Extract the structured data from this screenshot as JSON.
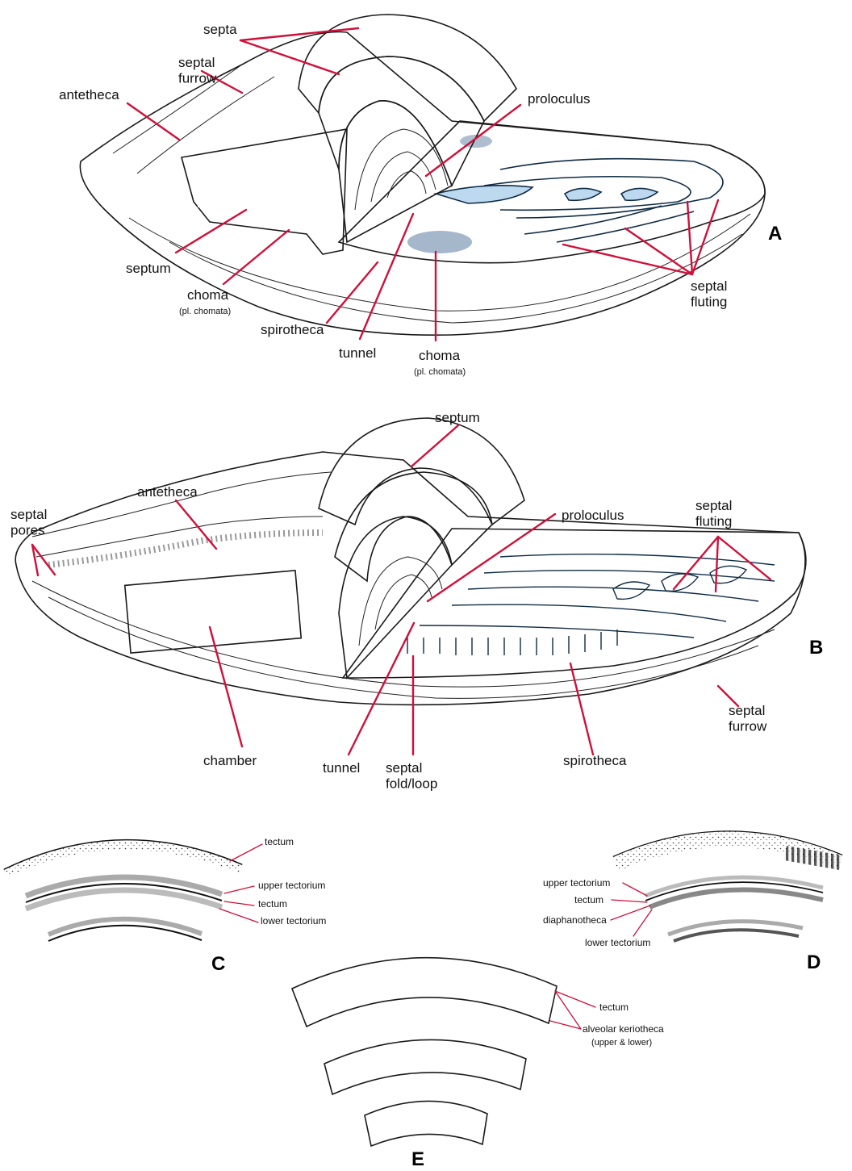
{
  "panels": {
    "A": {
      "letter": "A",
      "labels": {
        "septa": "septa",
        "septal_furrow": "septal\nfurrow",
        "antetheca": "antetheca",
        "proloculus": "proloculus",
        "septum": "septum",
        "choma_left": "choma",
        "choma_left_sub": "(pl. chomata)",
        "spirotheca": "spirotheca",
        "tunnel": "tunnel",
        "choma_bottom": "choma",
        "choma_bottom_sub": "(pl. chomata)",
        "septal_fluting": "septal\nfluting"
      }
    },
    "B": {
      "letter": "B",
      "labels": {
        "septum": "septum",
        "antetheca": "antetheca",
        "septal_pores": "septal\npores",
        "proloculus": "proloculus",
        "septal_fluting": "septal\nfluting",
        "chamber": "chamber",
        "tunnel": "tunnel",
        "septal_fold_loop": "septal\nfold/loop",
        "spirotheca": "spirotheca",
        "septal_furrow": "septal\nfurrow"
      }
    },
    "C": {
      "letter": "C",
      "labels": {
        "tectum_top": "tectum",
        "upper_tectorium": "upper tectorium",
        "tectum_mid": "tectum",
        "lower_tectorium": "lower tectorium"
      }
    },
    "D": {
      "letter": "D",
      "labels": {
        "upper_tectorium": "upper tectorium",
        "tectum": "tectum",
        "diaphanotheca": "diaphanotheca",
        "lower_tectorium": "lower tectorium"
      }
    },
    "E": {
      "letter": "E",
      "labels": {
        "tectum": "tectum",
        "alveolar_keriotheca": "alveolar keriotheca",
        "alveolar_keriotheca_sub": "(upper & lower)"
      }
    }
  },
  "colors": {
    "septa_fill": "#e2b86a",
    "section_fill": "#bcd9ef",
    "leader_lines": "#d0103a",
    "shell_body": "#f2f2f2"
  }
}
